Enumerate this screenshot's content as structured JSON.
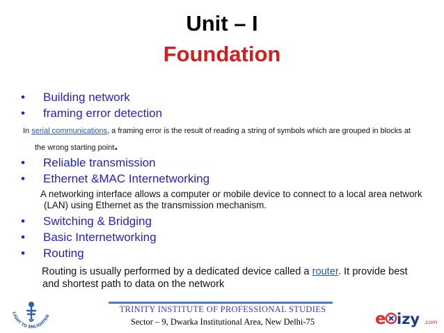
{
  "slide": {
    "title": "Unit – I",
    "subtitle": "Foundation",
    "items": [
      {
        "bullet": "Building network"
      },
      {
        "bullet": "framing error detection",
        "note_pre": "In ",
        "note_link": "serial communications",
        "note_post": ", a framing error is the result of reading a string of symbols which are grouped in blocks at",
        "note_cont": "the wrong starting point",
        "note_end": "."
      },
      {
        "bullet": "Reliable transmission"
      },
      {
        "bullet": "Ethernet &MAC Internetworking",
        "note_line1": "A networking interface allows a computer or mobile device to connect to a local area network",
        "note_line2": "(LAN) using Ethernet as the transmission mechanism."
      },
      {
        "bullet": "Switching & Bridging"
      },
      {
        "bullet": "Basic Internetworking"
      },
      {
        "bullet": "Routing",
        "note_pre": "Routing is usually performed by a dedicated device called a ",
        "note_link": "router",
        "note_post": ". It provide best",
        "note_cont": "and shortest path to data on the network"
      }
    ]
  },
  "footer": {
    "institute": "TRINITY INSTITUTE OF PROFESSIONAL STUDIES",
    "address": "Sector – 9, Dwarka Institutional Area, New Delhi-75"
  },
  "logos": {
    "left_text": "LIGHT TO ENLIGHTEN",
    "right_e": "e",
    "right_izy": "izy",
    "right_com": ".com"
  },
  "colors": {
    "bullet_text": "#2323c4",
    "subtitle": "#d11f1f",
    "link": "#1f56c9",
    "footer_bar": "#4a7ac7"
  }
}
